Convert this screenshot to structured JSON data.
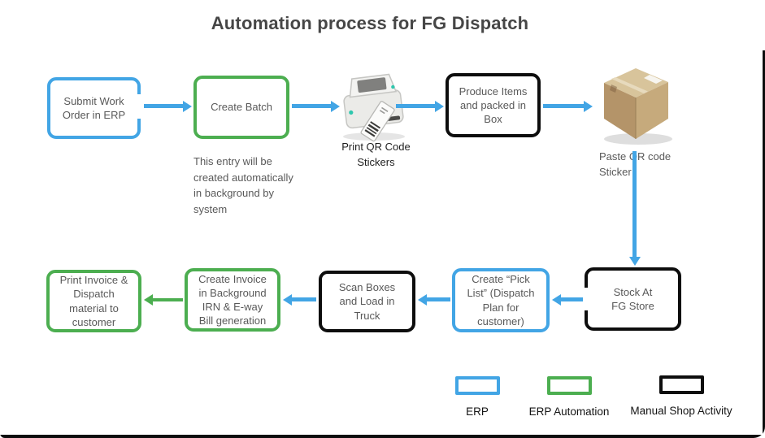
{
  "title": "Automation process for FG Dispatch",
  "colors": {
    "erp_blue": "#42a5e5",
    "erp_automation_green": "#4cae50",
    "manual_black": "#0d0d0d",
    "box_text_gray": "#595959"
  },
  "nodes": {
    "submit_work_order": {
      "label": "Submit Work Order in ERP",
      "category": "ERP"
    },
    "create_batch": {
      "label": "Create Batch",
      "category": "ERP Automation"
    },
    "print_qr": {
      "caption": "Print QR Code Stickers",
      "icon": "label-printer-icon"
    },
    "produce_items": {
      "label": "Produce Items and packed in Box",
      "category": "Manual Shop Activity"
    },
    "paste_qr": {
      "caption": "Paste QR code Sticker",
      "icon": "cardboard-box-icon"
    },
    "stock_fg_store": {
      "label": "Stock At FG Store",
      "category": "Manual Shop Activity"
    },
    "pick_list": {
      "label": "Create “Pick List” (Dispatch Plan for customer)",
      "category": "ERP"
    },
    "scan_boxes": {
      "label": "Scan Boxes and Load in Truck",
      "category": "Manual Shop Activity"
    },
    "create_invoice": {
      "label": "Create Invoice in Background IRN & E-way Bill generation",
      "category": "ERP Automation"
    },
    "print_invoice": {
      "label": "Print Invoice & Dispatch material to customer",
      "category": "ERP Automation"
    }
  },
  "notes": {
    "create_batch_note": "This entry will be created automatically in background by system"
  },
  "edges": [
    {
      "from": "submit_work_order",
      "to": "create_batch",
      "color": "blue"
    },
    {
      "from": "create_batch",
      "to": "print_qr",
      "color": "blue"
    },
    {
      "from": "print_qr",
      "to": "produce_items",
      "color": "blue"
    },
    {
      "from": "produce_items",
      "to": "paste_qr",
      "color": "blue"
    },
    {
      "from": "paste_qr",
      "to": "stock_fg_store",
      "color": "blue"
    },
    {
      "from": "stock_fg_store",
      "to": "pick_list",
      "color": "blue"
    },
    {
      "from": "pick_list",
      "to": "scan_boxes",
      "color": "blue"
    },
    {
      "from": "scan_boxes",
      "to": "create_invoice",
      "color": "blue"
    },
    {
      "from": "create_invoice",
      "to": "print_invoice",
      "color": "green"
    }
  ],
  "legend": {
    "items": [
      {
        "label": "ERP",
        "color": "#42a5e5"
      },
      {
        "label": "ERP Automation",
        "color": "#4cae50"
      },
      {
        "label": "Manual Shop Activity",
        "color": "#0d0d0d"
      }
    ]
  }
}
